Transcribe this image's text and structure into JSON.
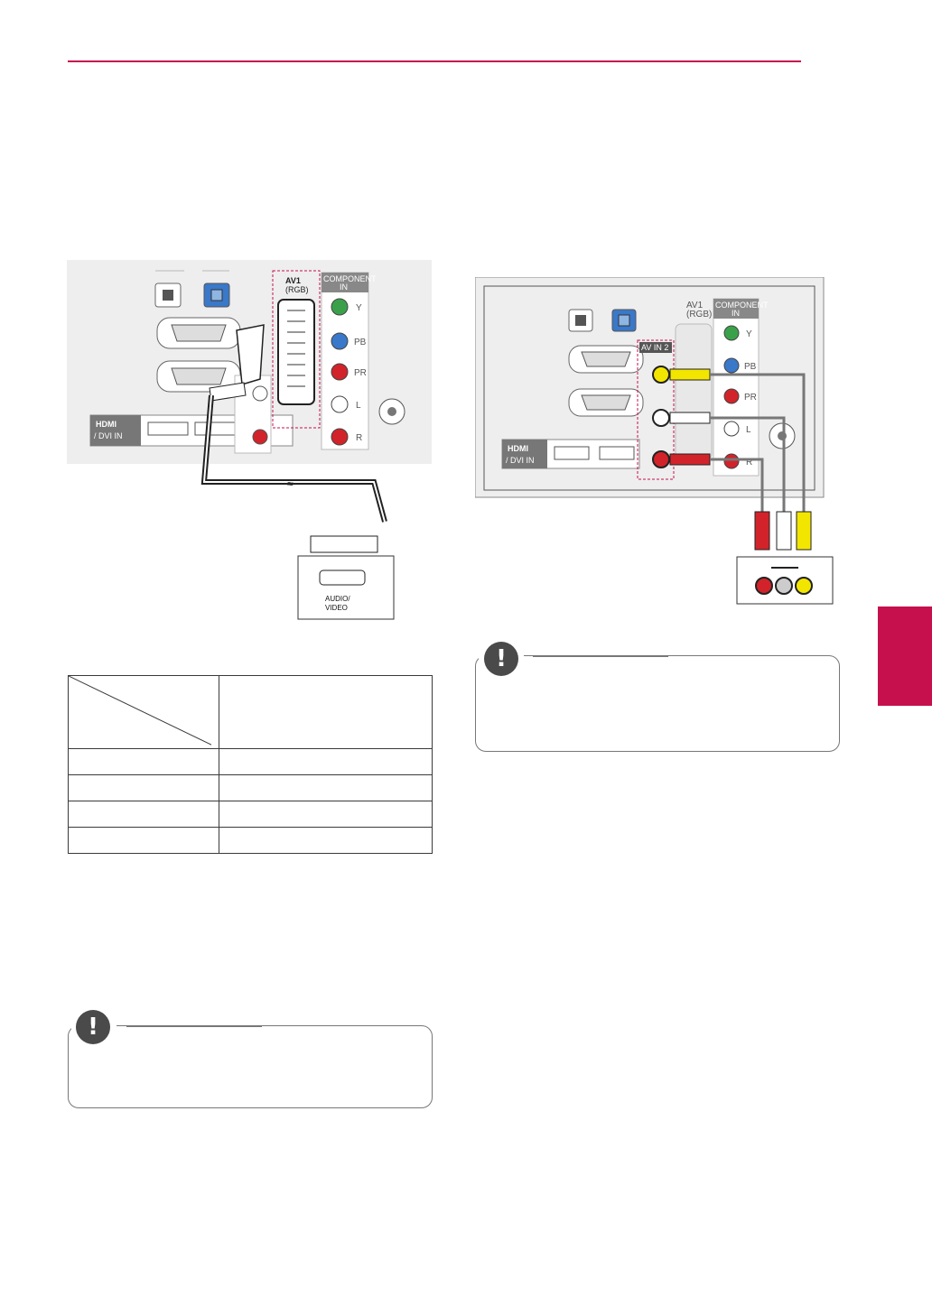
{
  "diagram_left": {
    "hdmi_logo": "HDMI",
    "hdmi_label": "/ DVI IN",
    "av1_label": "AV1",
    "av1_sub": "(RGB)",
    "component_label": "COMPONENT",
    "component_in": "IN",
    "component_ports": [
      "Y",
      "PB",
      "PR",
      "L",
      "R"
    ],
    "device_label_1": "AUDIO/",
    "device_label_2": "VIDEO"
  },
  "diagram_right": {
    "hdmi_logo": "HDMI",
    "hdmi_label": "/ DVI IN",
    "av1_label": "AV1",
    "av1_sub": "(RGB)",
    "component_label": "COMPONENT",
    "component_in": "IN",
    "av_in2_label": "AV IN 2",
    "component_ports": [
      "Y",
      "PB",
      "PR",
      "L",
      "R"
    ]
  },
  "comparison_table": {
    "header": [
      "",
      ""
    ],
    "rows": [
      [
        "",
        ""
      ],
      [
        "",
        ""
      ],
      [
        "",
        ""
      ],
      [
        "",
        ""
      ]
    ]
  },
  "notes": [
    {
      "icon": "!",
      "text": ""
    },
    {
      "icon": "!",
      "text": ""
    }
  ],
  "colors": {
    "accent": "#c6104d",
    "cable_yellow": "#f2e600",
    "cable_red": "#d2232a",
    "cable_white": "#ffffff",
    "port_green": "#3aa14a",
    "port_blue": "#3a78c9",
    "port_red": "#d2232a"
  }
}
